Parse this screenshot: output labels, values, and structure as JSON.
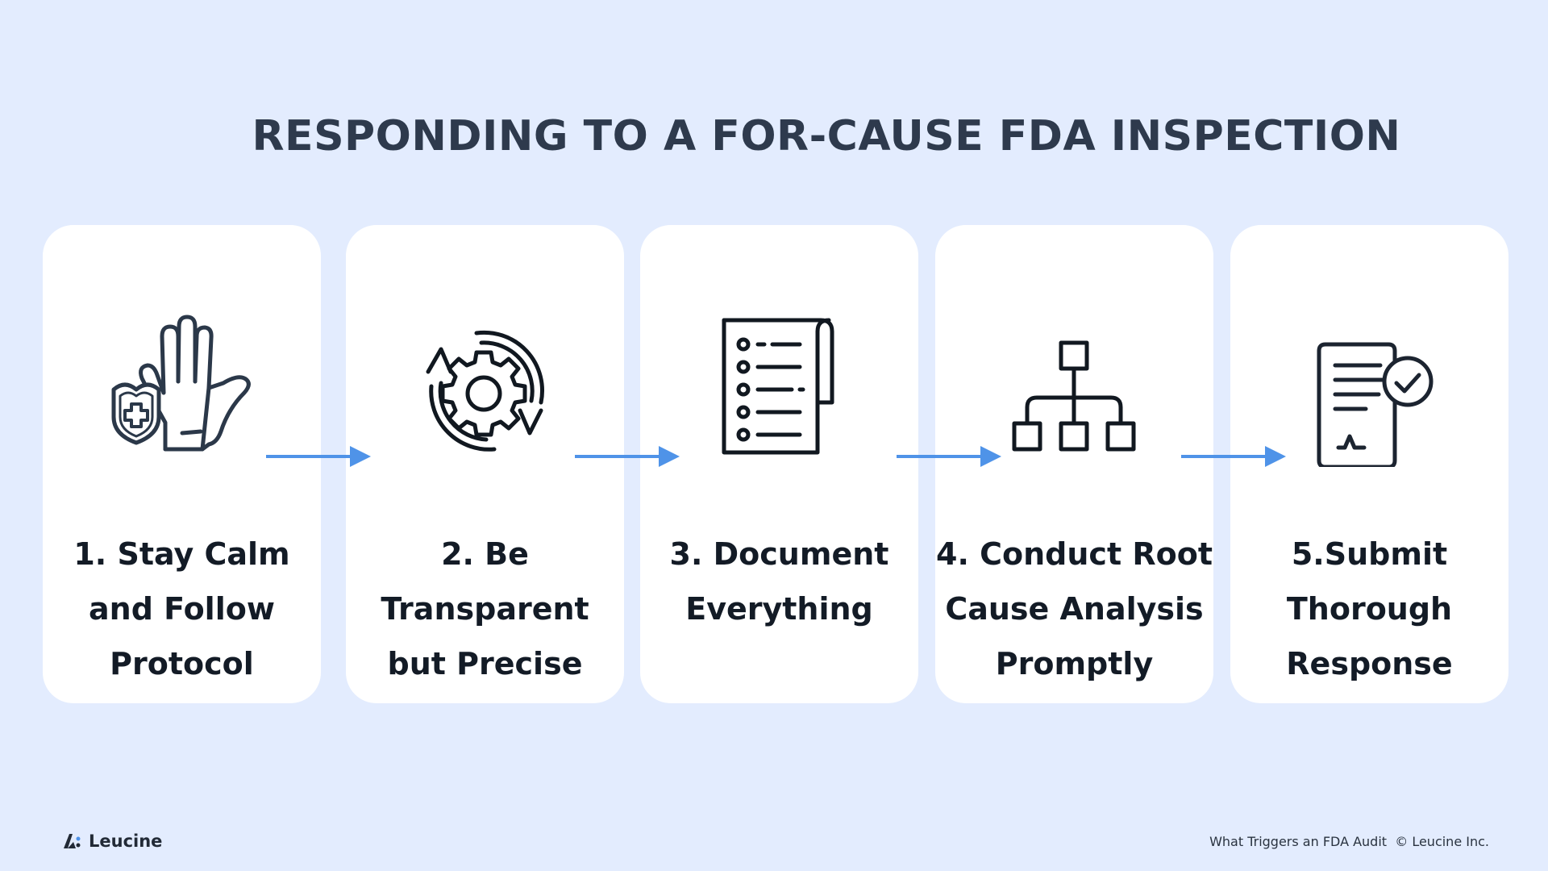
{
  "title": "RESPONDING TO A FOR-CAUSE FDA INSPECTION",
  "colors": {
    "background": "#e3ecfe",
    "card": "#ffffff",
    "arrow": "#4f93e8",
    "title": "#2e3a4d",
    "icon_stroke": "#111820",
    "icon_stroke_alt": "#2b3849"
  },
  "steps": [
    {
      "icon": "hand-shield-icon",
      "lines": [
        "1. Stay Calm",
        "and Follow",
        "Protocol"
      ]
    },
    {
      "icon": "gear-cycle-icon",
      "lines": [
        "2. Be Transparent",
        "but Precise"
      ]
    },
    {
      "icon": "document-list-icon",
      "lines": [
        "3. Document",
        "Everything"
      ]
    },
    {
      "icon": "hierarchy-icon",
      "lines": [
        "4. Conduct Root",
        "Cause Analysis",
        "Promptly"
      ]
    },
    {
      "icon": "signed-document-check-icon",
      "lines": [
        "5.Submit",
        "Thorough",
        "Response"
      ]
    }
  ],
  "footer": {
    "brand": "Leucine",
    "caption": "What Triggers an FDA Audit",
    "copyright": "© Leucine Inc."
  }
}
